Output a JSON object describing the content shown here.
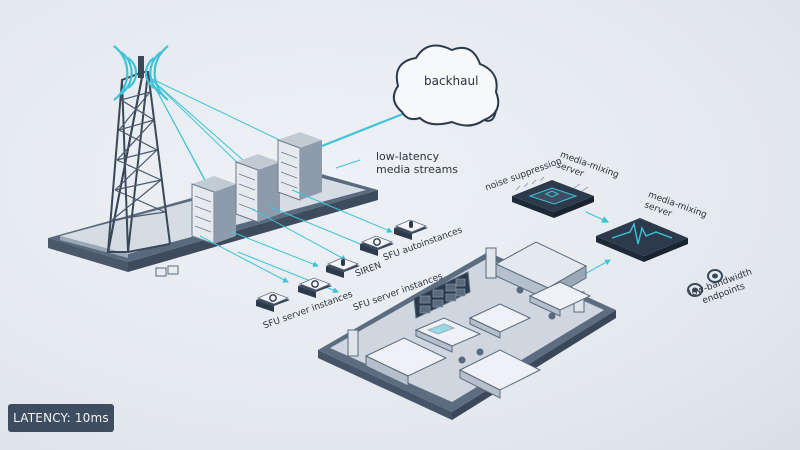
{
  "labels": {
    "backhaul": "backhaul",
    "low_latency_line1": "low-latency",
    "low_latency_line2": "media streams",
    "noise_suppression": "noise suppression",
    "media_mixing_1_line1": "media-mixing",
    "media_mixing_1_line2": "server",
    "media_mixing_2_line1": "media-mixing",
    "media_mixing_2_line2": "server",
    "sfu_left": "SFU server instances",
    "sfu_mid": "SFU server instances",
    "siren": "SIREN",
    "sfu_autoinstances": "SFU autoinstances",
    "low_bandwidth_line1": "low-bandwidth",
    "low_bandwidth_line2": "endpoints"
  },
  "status": {
    "latency_label": "LATENCY:",
    "latency_value": "10ms"
  },
  "colors": {
    "accent_cyan": "#3ec3d8",
    "slab_top": "#d5dbe3",
    "slab_side": "#5a6a7e",
    "dark_navy": "#2c3a4c",
    "badge_bg": "#3f4d60"
  },
  "icons": [
    "cell-tower-icon",
    "cloud-icon",
    "server-rack-icon",
    "chip-icon",
    "waveform-icon",
    "endpoint-device-icon",
    "microphone-icon"
  ]
}
